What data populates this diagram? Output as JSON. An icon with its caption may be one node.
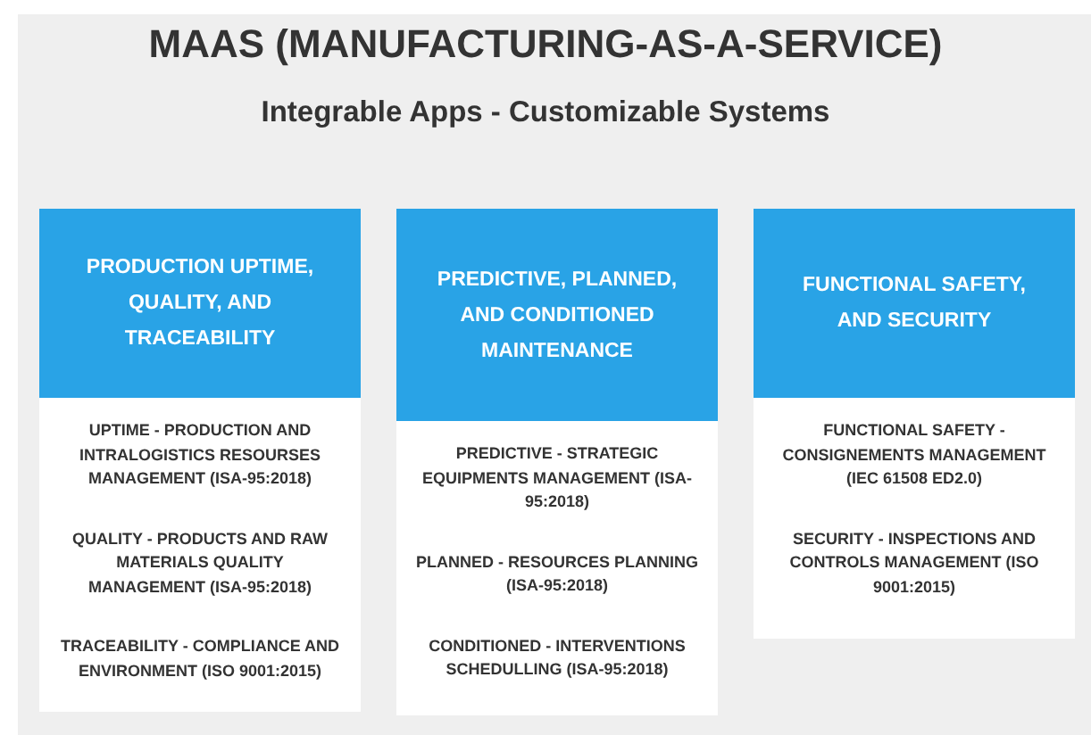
{
  "diagram": {
    "title": "MAAS (MANUFACTURING-AS-A-SERVICE)",
    "nodes": [
      {
        "text": [
          "PRODUCTION UPTIME, QUALITY, AND TRACEABILITY",
          "UPTIME - PRODUCTION AND INTRALOGISTICS RESOURSES MANAGEMENT (ISA-95:2018)",
          "QUALITY - PRODUCTS AND RAW MATERIALS QUALITY MANAGEMENT (ISA-95:2018)",
          "TRACEABILITY - COMPLIANCE AND ENVIRONMENT (ISO 9001:2015)"
        ]
      },
      {
        "text": [
          "PREDICTIVE, PLANNED, AND CONDITIONED MAINTENANCE",
          "PREDICTIVE - STRATEGIC EQUIPMENTS MANAGEMENT (ISA-95:2018)",
          "PLANNED - RESOURCES PLANNING (ISA-95:2018)",
          "CONDITIONED - INTERVENTIONS SCHEDULLING (ISA-95:2018)"
        ]
      },
      {
        "text": [
          "FUNCTIONAL SAFETY, AND SECURITY",
          "FUNCTIONAL SAFETY - CONSIGNEMENTS MANAGEMENT (IEC 61508 ED2.0)",
          "SECURITY - INSPECTIONS AND CONTROLS MANAGEMENT (ISO 9001:2015)"
        ]
      }
    ],
    "labels": [
      "Integrable Apps - Customizable Systems"
    ]
  }
}
